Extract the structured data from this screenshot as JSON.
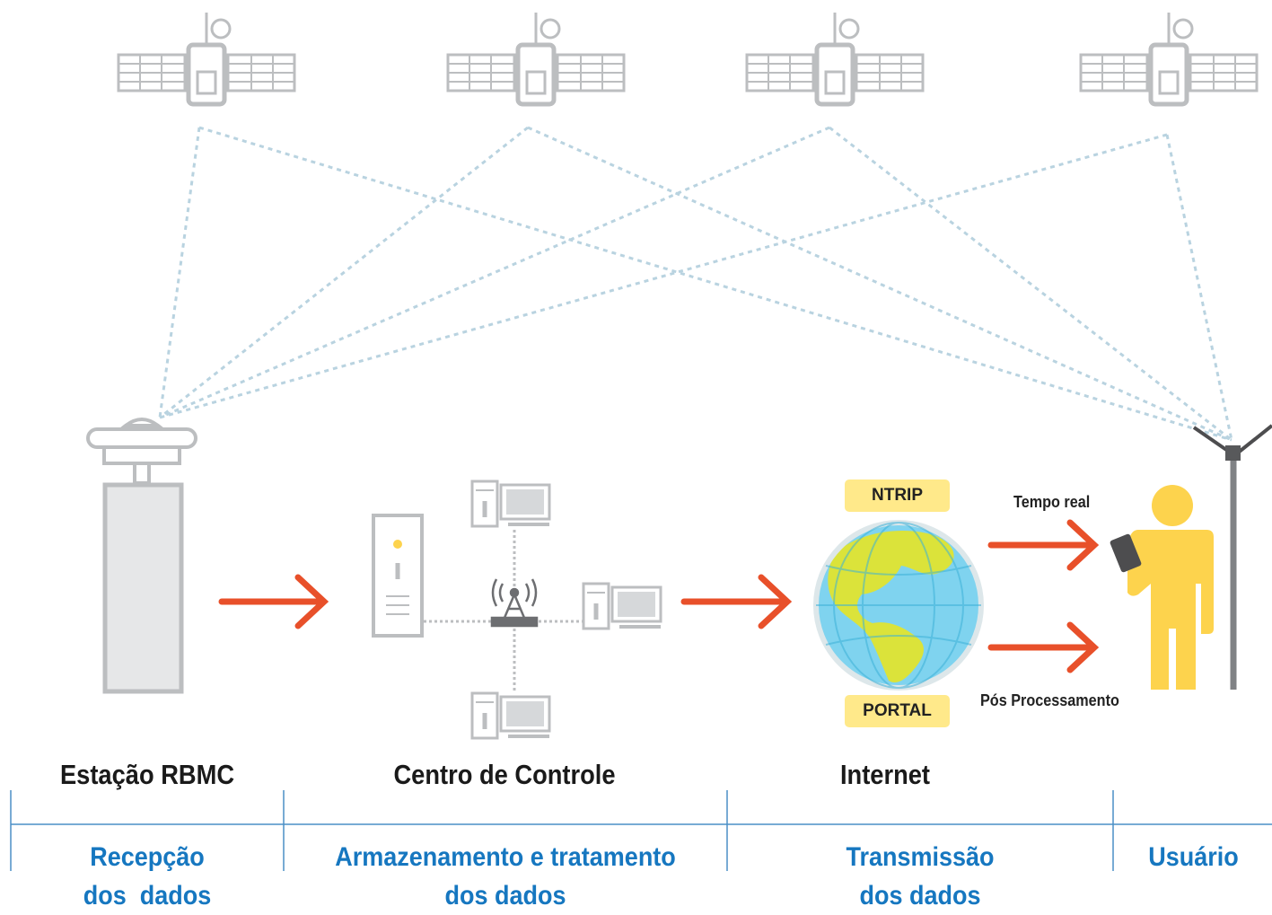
{
  "components": {
    "station": {
      "title": "Estação RBMC"
    },
    "control": {
      "title": "Centro de Controle"
    },
    "internet": {
      "title": "Internet",
      "tag_top": "NTRIP",
      "tag_bottom": "PORTAL"
    },
    "user": {
      "realtime": "Tempo real",
      "post": "Pós Processamento"
    }
  },
  "phases": [
    {
      "line1": "Recepção",
      "line2": "dos  dados"
    },
    {
      "line1": "Armazenamento e tratamento",
      "line2": "dos dados"
    },
    {
      "line1": "Transmissão",
      "line2": "dos dados"
    },
    {
      "line1": "Usuário",
      "line2": ""
    }
  ],
  "colors": {
    "arrow": "#e8502a",
    "phase_text": "#1677c0",
    "signal_line": "#b9d3e0",
    "device_gray": "#bcbec0",
    "user_yellow": "#fdd34d",
    "tag_yellow": "#ffe98a"
  },
  "icons": [
    "satellite-icon",
    "gnss-antenna-icon",
    "server-icon",
    "computer-icon",
    "router-icon",
    "globe-icon",
    "person-icon",
    "tablet-icon",
    "rover-pole-icon"
  ]
}
